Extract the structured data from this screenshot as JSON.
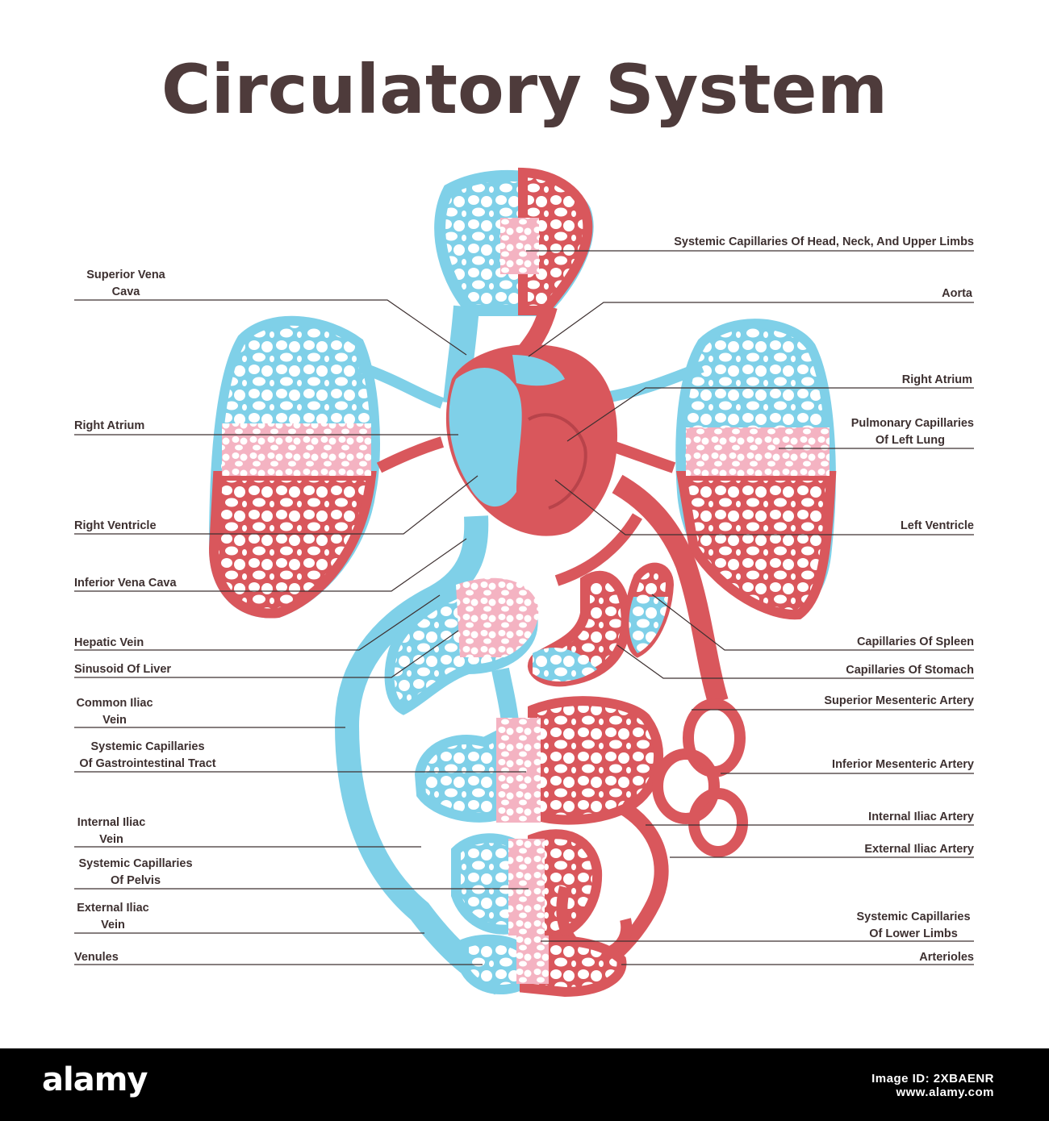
{
  "title": "Circulatory System",
  "labels_left": [
    {
      "id": "superior-vena-cava",
      "lines": [
        "Superior Vena",
        "Cava"
      ]
    },
    {
      "id": "right-atrium-left",
      "lines": [
        "Right Atrium"
      ]
    },
    {
      "id": "right-ventricle",
      "lines": [
        "Right Ventricle"
      ]
    },
    {
      "id": "inferior-vena-cava",
      "lines": [
        "Inferior Vena Cava"
      ]
    },
    {
      "id": "hepatic-vein",
      "lines": [
        "Hepatic Vein"
      ]
    },
    {
      "id": "sinusoid-of-liver",
      "lines": [
        "Sinusoid Of Liver"
      ]
    },
    {
      "id": "common-iliac-vein",
      "lines": [
        "Common Iliac",
        "Vein"
      ]
    },
    {
      "id": "systemic-capillaries-gi",
      "lines": [
        "Systemic Capillaries",
        "Of Gastrointestinal Tract"
      ]
    },
    {
      "id": "internal-iliac-vein",
      "lines": [
        "Internal Iliac",
        "Vein"
      ]
    },
    {
      "id": "systemic-capillaries-pelvis",
      "lines": [
        "Systemic Capillaries",
        "Of Pelvis"
      ]
    },
    {
      "id": "external-iliac-vein",
      "lines": [
        "External Iliac",
        "Vein"
      ]
    },
    {
      "id": "venules",
      "lines": [
        "Venules"
      ]
    }
  ],
  "labels_right": [
    {
      "id": "systemic-capillaries-head",
      "lines": [
        "Systemic Capillaries Of Head, Neck, And Upper Limbs"
      ]
    },
    {
      "id": "aorta",
      "lines": [
        "Aorta"
      ]
    },
    {
      "id": "right-atrium-right",
      "lines": [
        "Right Atrium"
      ]
    },
    {
      "id": "pulmonary-capillaries",
      "lines": [
        "Pulmonary Capillaries",
        "Of Left Lung"
      ]
    },
    {
      "id": "left-ventricle",
      "lines": [
        "Left Ventricle"
      ]
    },
    {
      "id": "capillaries-spleen",
      "lines": [
        "Capillaries Of Spleen"
      ]
    },
    {
      "id": "capillaries-stomach",
      "lines": [
        "Capillaries Of Stomach"
      ]
    },
    {
      "id": "superior-mesenteric-artery",
      "lines": [
        "Superior Mesenteric Artery"
      ]
    },
    {
      "id": "inferior-mesenteric-artery",
      "lines": [
        "Inferior Mesenteric Artery"
      ]
    },
    {
      "id": "internal-iliac-artery",
      "lines": [
        "Internal Iliac Artery"
      ]
    },
    {
      "id": "external-iliac-artery",
      "lines": [
        "External Iliac Artery"
      ]
    },
    {
      "id": "systemic-capillaries-lower-limbs",
      "lines": [
        "Systemic Capillaries",
        "Of Lower Limbs"
      ]
    },
    {
      "id": "arterioles",
      "lines": [
        "Arterioles"
      ]
    }
  ],
  "colors": {
    "vein_blue": "#7fd0e8",
    "artery_red": "#d9575c",
    "capillary_pink": "#f4b3c2",
    "text": "#3d3030",
    "title": "#4e3b3b"
  },
  "footer": {
    "logo": "alamy",
    "image_id": "Image ID: 2XBAENR",
    "site": "www.alamy.com"
  }
}
